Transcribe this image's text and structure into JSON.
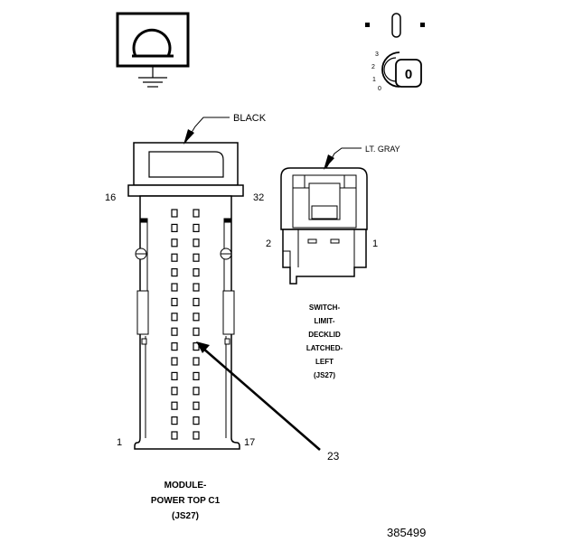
{
  "connector_main": {
    "color_label": "BLACK",
    "pin_16": "16",
    "pin_32": "32",
    "pin_1": "1",
    "pin_17": "17",
    "name_line1": "MODULE-",
    "name_line2": "POWER TOP C1",
    "name_line3": "(JS27)"
  },
  "connector_switch": {
    "color_label": "LT. GRAY",
    "pin_2": "2",
    "pin_1": "1",
    "name_line1": "SWITCH-",
    "name_line2": "LIMIT-",
    "name_line3": "DECKLID",
    "name_line4": "LATCHED-",
    "name_line5": "LEFT",
    "name_line6": "(JS27)"
  },
  "callout": "23",
  "ignition": {
    "pos_3": "3",
    "pos_2": "2",
    "pos_1": "1",
    "pos_0": "0",
    "key_label": "0"
  },
  "figure_number": "385499",
  "icons": [
    "ground-symbol-icon",
    "ignition-switch-icon"
  ]
}
